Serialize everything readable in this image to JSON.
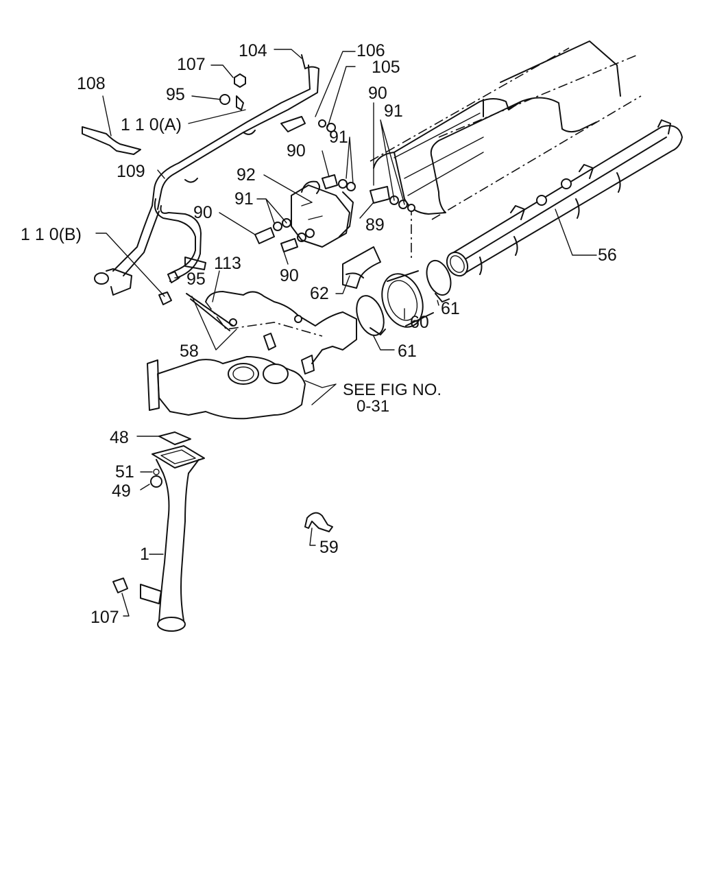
{
  "diagram": {
    "callouts": {
      "c104": "104",
      "c106": "106",
      "c105": "105",
      "c107_top": "107",
      "c108": "108",
      "c95_top": "95",
      "c110a": "1 1 0(A)",
      "c90_a": "90",
      "c91_a": "91",
      "c91_b": "91",
      "c90_b": "90",
      "c109": "109",
      "c92": "92",
      "c91_c": "91",
      "c90_c": "90",
      "c89": "89",
      "c110b": "1 1 0(B)",
      "c113": "113",
      "c95_mid": "95",
      "c90_d": "90",
      "c56": "56",
      "c62": "62",
      "c61_a": "61",
      "c60": "60",
      "c58": "58",
      "c61_b": "61",
      "see_fig_1": "SEE FIG NO.",
      "see_fig_2": "0-31",
      "c48": "48",
      "c51": "51",
      "c49": "49",
      "c59": "59",
      "c1": "1",
      "c107_bot": "107"
    }
  }
}
